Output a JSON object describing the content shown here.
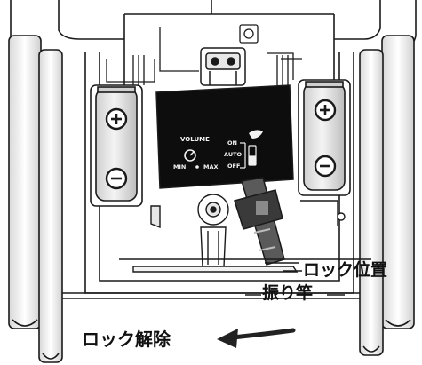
{
  "labels": {
    "lock_position": "ロック位置",
    "pendulum": "振り竿",
    "unlock": "ロック解除"
  },
  "panel": {
    "volume": "VOLUME",
    "min": "MIN",
    "max": "MAX",
    "on": "ON",
    "auto": "AUTO",
    "off": "OFF"
  },
  "battery_symbols": {
    "plus": "+",
    "minus": "−"
  },
  "colors": {
    "line": "#1a1a1a",
    "panel": "#0d0d0d",
    "battery": "#e6e6e6",
    "battery_shade": "#bdbdbd",
    "pendulum": "#4a4a4a",
    "arrow": "#222222"
  }
}
